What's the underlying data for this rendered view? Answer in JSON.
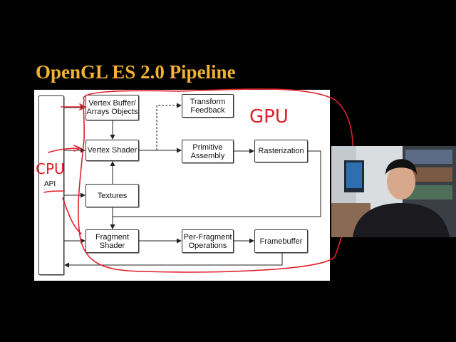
{
  "slide": {
    "title": "OpenGL ES 2.0 Pipeline"
  },
  "diagram": {
    "api_label": "API",
    "blocks": [
      {
        "id": "vertex-buffer",
        "label": "Vertex Buffer/\nArrays Objects",
        "shaded": false
      },
      {
        "id": "vertex-shader",
        "label": "Vertex Shader",
        "shaded": true
      },
      {
        "id": "textures",
        "label": "Textures",
        "shaded": false
      },
      {
        "id": "fragment-shader",
        "label": "Fragment\nShader",
        "shaded": true
      },
      {
        "id": "transform-feedback",
        "label": "Transform\nFeedback",
        "shaded": false
      },
      {
        "id": "primitive-assembly",
        "label": "Primitive\nAssembly",
        "shaded": false
      },
      {
        "id": "rasterization",
        "label": "Rasterization",
        "shaded": false
      },
      {
        "id": "per-fragment-operations",
        "label": "Per-Fragment\nOperations",
        "shaded": false
      },
      {
        "id": "framebuffer",
        "label": "Framebuffer",
        "shaded": false
      }
    ]
  },
  "annotations": {
    "gpu_label": "GPU",
    "cpu_label": "CPU",
    "ink_color": "#e0202a"
  },
  "colors": {
    "background": "#000000",
    "title": "#f2b233",
    "panel": "#ffffff",
    "shaded_block": "#c8c8c8"
  }
}
